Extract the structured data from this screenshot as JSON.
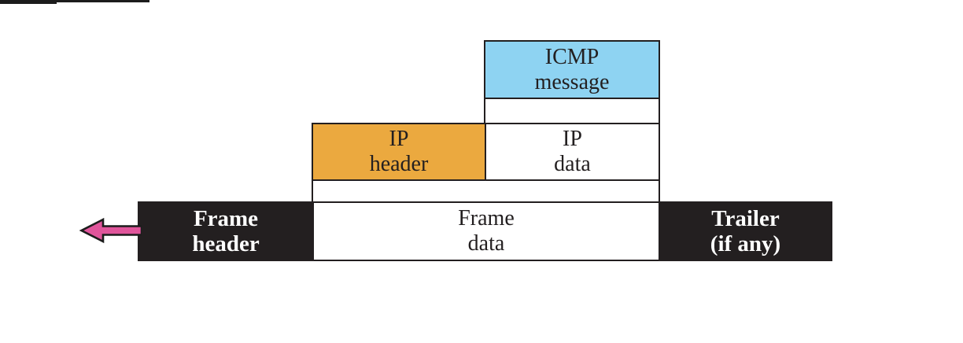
{
  "diagram": {
    "title_semantic": "ICMP encapsulation in IP datagram and frame",
    "icmp_box": {
      "line1": "ICMP",
      "line2": "message"
    },
    "ip_header_box": {
      "line1": "IP",
      "line2": "header"
    },
    "ip_data_box": {
      "line1": "IP",
      "line2": "data"
    },
    "frame_header_box": {
      "line1": "Frame",
      "line2": "header"
    },
    "frame_data_box": {
      "line1": "Frame",
      "line2": "data"
    },
    "trailer_box": {
      "line1": "Trailer",
      "line2": "(if any)"
    },
    "icons": {
      "arrow": "left-arrow-icon"
    },
    "colors": {
      "icmp_fill": "#8ED3F2",
      "ip_header_fill": "#EBA93F",
      "white_fill": "#FFFFFF",
      "frame_black": "#231F20",
      "arrow_pink": "#E0559B",
      "border": "#231F20",
      "text_dark": "#231F20",
      "text_light": "#FFFFFF"
    }
  }
}
